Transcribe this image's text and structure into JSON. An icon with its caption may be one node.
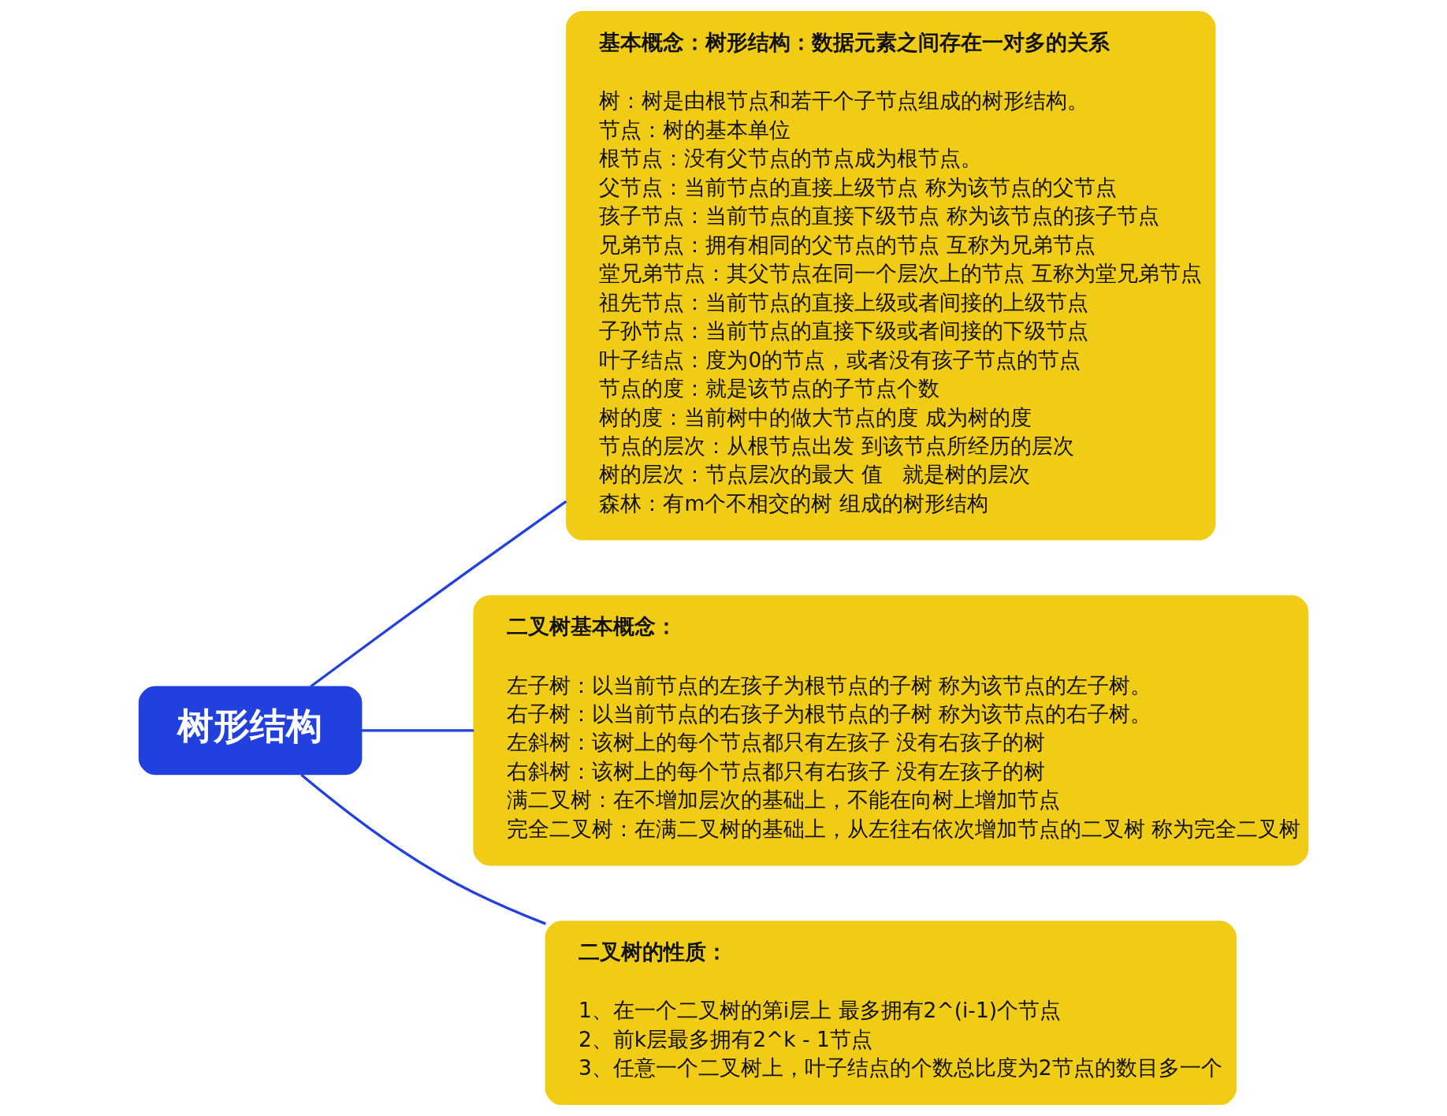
{
  "diagram": {
    "nodes": [
      {
        "text": [
          "树形结构"
        ]
      },
      {
        "text": [
          "基本概念：树形结构：数据元素之间存在一对多的关系",
          "树：树是由根节点和若干个子节点组成的树形结构。",
          "节点：树的基本单位",
          "根节点：没有父节点的节点成为根节点。",
          "父节点：当前节点的直接上级节点 称为该节点的父节点",
          "孩子节点：当前节点的直接下级节点 称为该节点的孩子节点",
          "兄弟节点：拥有相同的父节点的节点 互称为兄弟节点",
          "堂兄弟节点：其父节点在同一个层次上的节点 互称为堂兄弟节点",
          "祖先节点：当前节点的直接上级或者间接的上级节点",
          "子孙节点：当前节点的直接下级或者间接的下级节点",
          "叶子结点：度为0的节点，或者没有孩子节点的节点",
          "节点的度：就是该节点的子节点个数",
          "树的度：当前树中的做大节点的度 成为树的度",
          "节点的层次：从根节点出发 到该节点所经历的层次",
          "树的层次：节点层次的最大 值   就是树的层次",
          "森林：有m个不相交的树 组成的树形结构"
        ]
      },
      {
        "text": [
          "二叉树基本概念：",
          "左子树：以当前节点的左孩子为根节点的子树 称为该节点的左子树。",
          "右子树：以当前节点的右孩子为根节点的子树 称为该节点的右子树。",
          "左斜树：该树上的每个节点都只有左孩子 没有右孩子的树",
          "右斜树：该树上的每个节点都只有右孩子 没有左孩子的树",
          "满二叉树：在不增加层次的基础上，不能在向树上增加节点",
          "完全二叉树：在满二叉树的基础上，从左往右依次增加节点的二叉树 称为完全二叉树"
        ]
      },
      {
        "text": [
          "二叉树的性质：",
          "1、在一个二叉树的第i层上 最多拥有2^(i-1)个节点",
          "2、前k层最多拥有2^k - 1节点",
          "3、任意一个二叉树上，叶子结点的个数总比度为2节点的数目多一个"
        ]
      }
    ],
    "edges": [
      {
        "from": 0,
        "to": 1,
        "arrow": "none"
      },
      {
        "from": 0,
        "to": 2,
        "arrow": "none"
      },
      {
        "from": 0,
        "to": 3,
        "arrow": "none"
      }
    ]
  }
}
